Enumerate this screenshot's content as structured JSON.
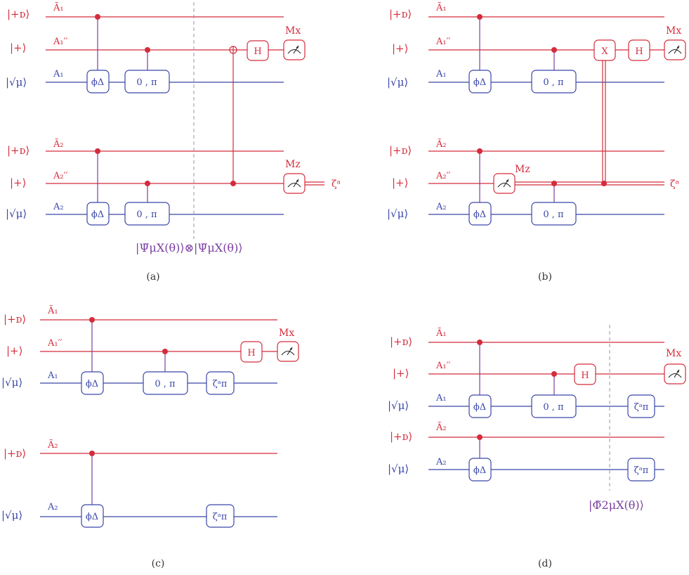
{
  "colors": {
    "red": "#d42c3c",
    "blue": "#3a46a8",
    "purple": "#7a3fa0",
    "gray": "#9a8fb5"
  },
  "panels": [
    {
      "caption": "(a)",
      "wires": [
        {
          "ket": "|+ᴅ⟩",
          "label": "Ã₁",
          "color": "red"
        },
        {
          "ket": "|+⟩",
          "label": "A₁′′",
          "color": "red"
        },
        {
          "ket": "|√μ⟩",
          "label": "A₁",
          "color": "blue"
        },
        {
          "ket": "|+ᴅ⟩",
          "label": "Ã₂",
          "color": "red"
        },
        {
          "ket": "|+⟩",
          "label": "A₂′′",
          "color": "red"
        },
        {
          "ket": "|√μ⟩",
          "label": "A₂",
          "color": "blue"
        }
      ],
      "gates": {
        "phi": "ϕΔ",
        "phase": "0 , π",
        "h": "H",
        "mx": "Mx",
        "mz": "Mz"
      },
      "outcome": "ζᵃ",
      "state": "|Ψ̃μX(θ)⟩⊗|Ψ̃μX(θ)⟩"
    },
    {
      "caption": "(b)",
      "wires": [
        {
          "ket": "|+ᴅ⟩",
          "label": "Ã₁",
          "color": "red"
        },
        {
          "ket": "|+⟩",
          "label": "A₁′′",
          "color": "red"
        },
        {
          "ket": "|√μ⟩",
          "label": "A₁",
          "color": "blue"
        },
        {
          "ket": "|+ᴅ⟩",
          "label": "Ã₂",
          "color": "red"
        },
        {
          "ket": "|+⟩",
          "label": "A₂′′",
          "color": "red"
        },
        {
          "ket": "|√μ⟩",
          "label": "A₂",
          "color": "blue"
        }
      ],
      "gates": {
        "phi": "ϕΔ",
        "phase": "0 , π",
        "x": "X",
        "h": "H",
        "mx": "Mx",
        "mz": "Mz"
      },
      "outcome": "ζᵃ"
    },
    {
      "caption": "(c)",
      "wires": [
        {
          "ket": "|+ᴅ⟩",
          "label": "Ã₁",
          "color": "red"
        },
        {
          "ket": "|+⟩",
          "label": "A₁′′",
          "color": "red"
        },
        {
          "ket": "|√μ⟩",
          "label": "A₁",
          "color": "blue"
        },
        {
          "ket": "|+ᴅ⟩",
          "label": "Ã₂",
          "color": "red"
        },
        {
          "ket": "|√μ⟩",
          "label": "A₂",
          "color": "blue"
        }
      ],
      "gates": {
        "phi": "ϕΔ",
        "phase": "0 , π",
        "zeta": "ζᵃπ",
        "h": "H",
        "mx": "Mx"
      }
    },
    {
      "caption": "(d)",
      "wires": [
        {
          "ket": "|+ᴅ⟩",
          "label": "Ã₁",
          "color": "red"
        },
        {
          "ket": "|+⟩",
          "label": "A₁′′",
          "color": "red"
        },
        {
          "ket": "|√μ⟩",
          "label": "A₁",
          "color": "blue"
        },
        {
          "ket": "|+ᴅ⟩",
          "label": "Ã₂",
          "color": "red"
        },
        {
          "ket": "|√μ⟩",
          "label": "A₂",
          "color": "blue"
        }
      ],
      "gates": {
        "phi": "ϕΔ",
        "phase": "0 , π",
        "zeta": "ζᵃπ",
        "h": "H",
        "mx": "Mx"
      },
      "state": "|Φ̃2μX(θ)⟩"
    }
  ]
}
